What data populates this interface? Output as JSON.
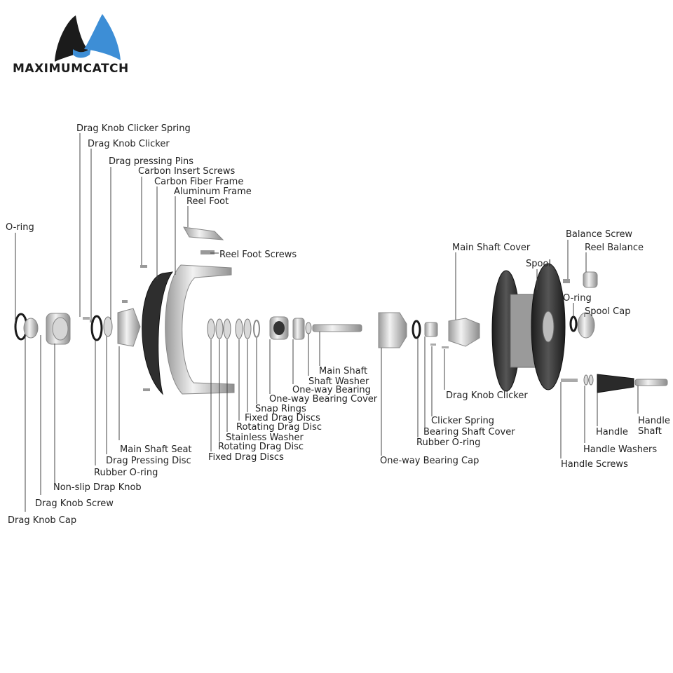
{
  "brand": {
    "name": "MAXIMUMCATCH",
    "logo_colors": {
      "left": "#1b1b1b",
      "right": "#3d8ed6"
    }
  },
  "parts": {
    "drag_knob_clicker_spring": "Drag Knob Clicker Spring",
    "drag_knob_clicker_left": "Drag Knob Clicker",
    "drag_pressing_pins": "Drag pressing Pins",
    "carbon_insert_screws": "Carbon Insert Screws",
    "carbon_fiber_frame": "Carbon Fiber Frame",
    "aluminum_frame": "Aluminum Frame",
    "reel_foot": "Reel Foot",
    "o_ring_left": "O-ring",
    "reel_foot_screws": "Reel Foot Screws",
    "main_shaft": "Main Shaft",
    "shaft_washer": "Shaft Washer",
    "one_way_bearing": "One-way Bearing",
    "one_way_bearing_cover": "One-way Bearing Cover",
    "snap_rings": "Snap Rings",
    "fixed_drag_discs_1": "Fixed Drag Discs",
    "rotating_drag_disc_1": "Rotating Drag Disc",
    "stainless_washer": "Stainless Washer",
    "rotating_drag_disc_2": "Rotating Drag Disc",
    "fixed_drag_discs_2": "Fixed Drag Discs",
    "main_shaft_seat": "Main Shaft Seat",
    "drag_pressing_disc": "Drag Pressing Disc",
    "rubber_o_ring_left": "Rubber O-ring",
    "non_slip_drap_knob": "Non-slip Drap Knob",
    "drag_knob_screw": "Drag Knob Screw",
    "drag_knob_cap": "Drag Knob Cap",
    "main_shaft_cover": "Main Shaft Cover",
    "spool": "Spool",
    "balance_screw": "Balance Screw",
    "reel_balance": "Reel Balance",
    "o_ring_right": "O-ring",
    "spool_cap": "Spool Cap",
    "drag_knob_clicker_right": "Drag Knob Clicker",
    "clicker_spring": "Clicker Spring",
    "bearing_shaft_cover": "Bearing Shaft Cover",
    "rubber_o_ring_right": "Rubber O-ring",
    "one_way_bearing_cap": "One-way Bearing Cap",
    "handle": "Handle",
    "handle_shaft_line1": "Handle",
    "handle_shaft_line2": "Shaft",
    "handle_washers": "Handle Washers",
    "handle_screws": "Handle Screws"
  }
}
